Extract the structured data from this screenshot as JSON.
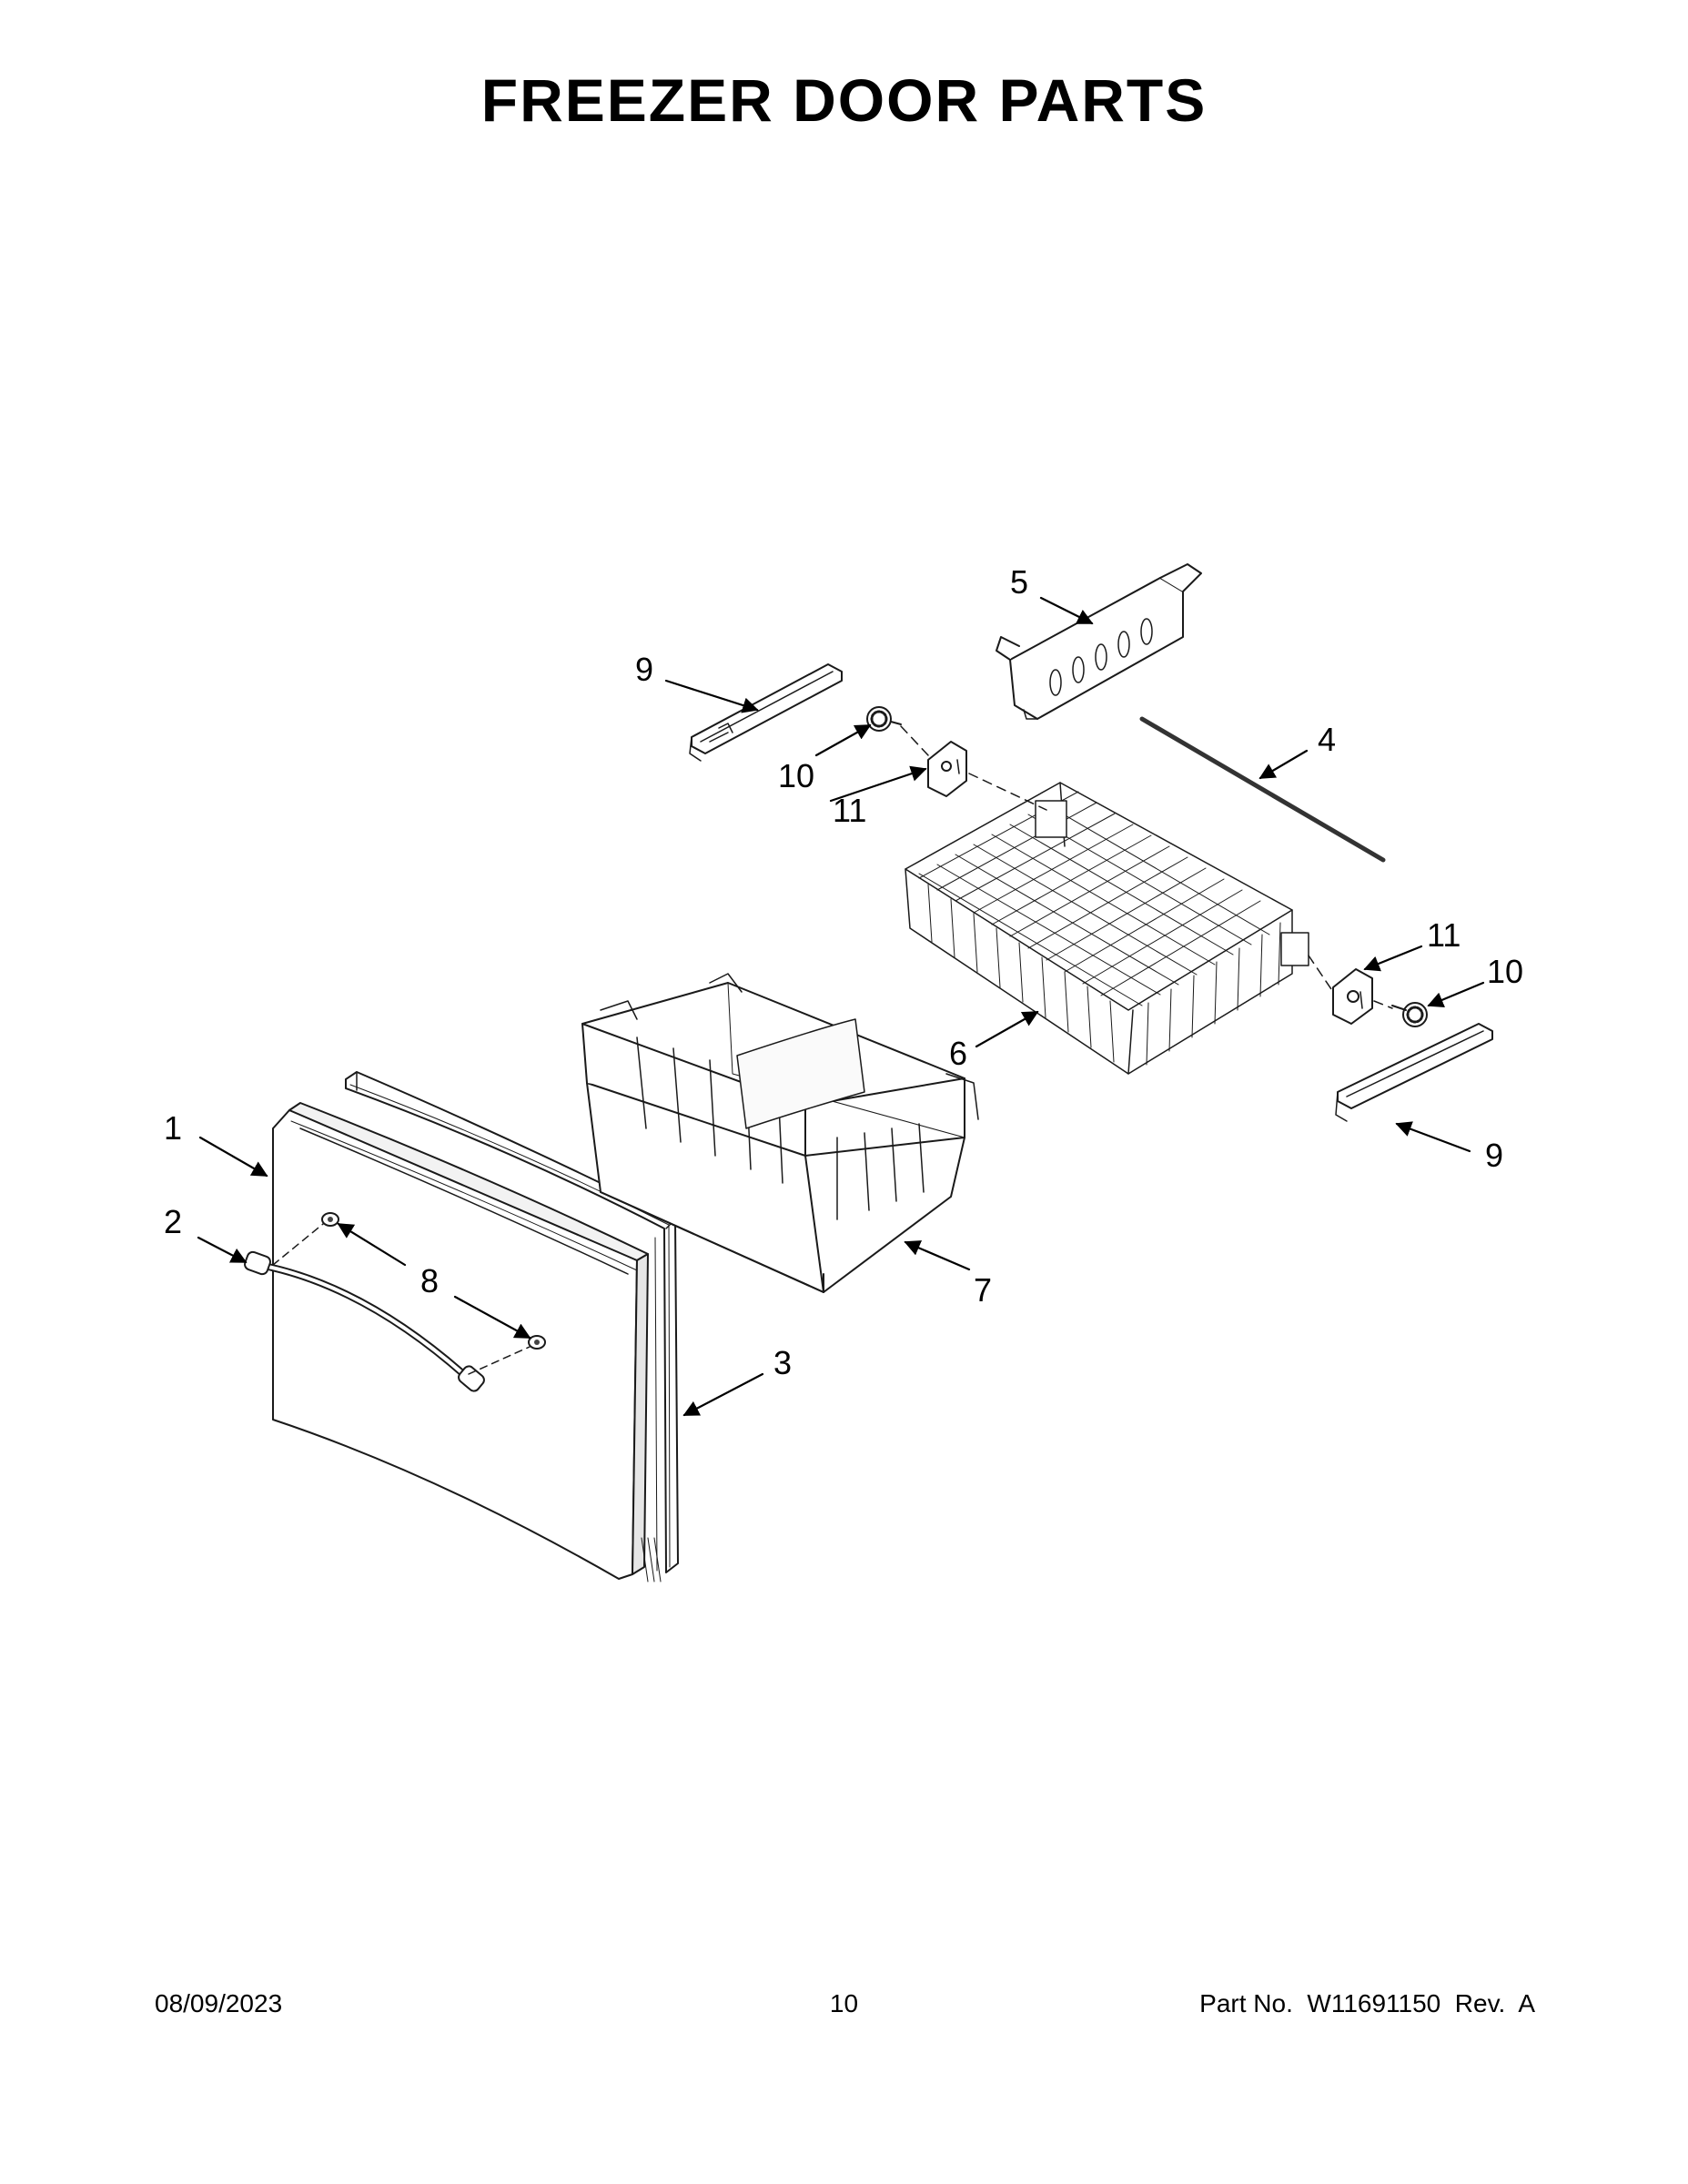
{
  "title": "FREEZER DOOR PARTS",
  "footer": {
    "date": "08/09/2023",
    "page_number": "10",
    "part_number": "Part No.  W11691150  Rev.  A"
  },
  "callouts": [
    "1",
    "2",
    "3",
    "4",
    "5",
    "6",
    "7",
    "8",
    "9",
    "9",
    "10",
    "10",
    "11",
    "11"
  ]
}
